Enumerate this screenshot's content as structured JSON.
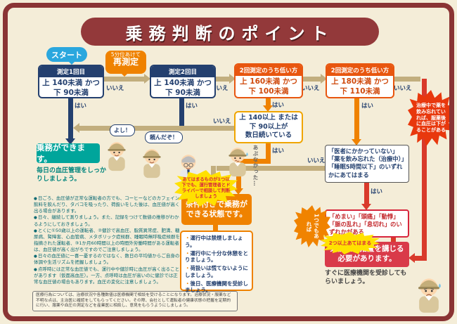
{
  "title": "乗務判断のポイント",
  "start_label": "スタート",
  "labels": {
    "yes": "はい",
    "no": "いいえ"
  },
  "boxes": {
    "m1": {
      "header": "測定1回目",
      "line1": "上 140未満 かつ",
      "line2": "下 90未満"
    },
    "m2": {
      "header": "測定2回目",
      "line1": "上 140未満 かつ",
      "line2": "下 90未満"
    },
    "m3": {
      "header": "2回測定のうち低い方",
      "line1": "上 160未満 かつ",
      "line2": "下 100未満"
    },
    "m4": {
      "header": "2回測定のうち低い方",
      "line1": "上 180未満 かつ",
      "line2": "下 110未満"
    },
    "remeasure": {
      "line1": "5分位あけて",
      "line2": "再測定"
    },
    "persist": {
      "line1": "上 140以上 または",
      "line2": "下 90以上が",
      "line3": "数日続いている"
    },
    "doctor": "「医者にかかっていない」「薬を飲み忘れた（治療中）」「睡眠5時間以下」のいずれかにあてはまる",
    "symptom": "「めまい」「頭痛」「動悸」「脈の乱れ」「息切れ」のいずれかがある"
  },
  "outcomes": {
    "ok": {
      "title": "乗務ができます。",
      "note": "毎日の血圧管理をしっかりしましょう。"
    },
    "conditional": {
      "title": "条件付きで乗務ができる状態です。",
      "items": [
        "運行中は禁煙しましょう。",
        "運行中に十分な休憩をとりましょう。",
        "荷扱いは慌てないようにしましょう。",
        "後日、医療機関を受診しましょう。"
      ]
    },
    "prohibited": {
      "title": "乗務禁止措置を講じる必要があります。",
      "note": "すぐに医療機関を受診してもらいましょう。"
    }
  },
  "bursts": {
    "medication": "治療中で薬を飲み忘れていれば、服薬後に血圧は下がることがある",
    "advice": "あてはまるものが1つ以下でも、運行管理者とドライバーで相談して判断しましょう",
    "one_symptom": "1つでもあれば",
    "two_or_more": "2つ以上あてはまる"
  },
  "speech": {
    "a": "よし！",
    "b": "頼んだぞ！",
    "c": "あぶなかった…"
  },
  "tips": [
    "日ごろ、血圧値が正常な運転者の方でも、コーヒーなどのカフェイン飲料を飲んだり、タバコを吸ったり、荷扱いをした後は、血圧値が高く出る場合があります。",
    "日々、継続して測りましょう。また、記録をつけて数値の推移がわかるようにしておきましょう。",
    "とくに①50歳以上の運転者、②健診で高血圧、脂質異常症、肥満、糖尿病、腎障害、心血管病、メタボリック症候群、睡眠時無呼吸症候群を指摘された運転者、③1か月60時間以上の時間外労働時間がある運転者は、血圧値が高く出がちですのでご注意しましょう。",
    "日々の血圧値に一喜一憂するのではなく、数日の平均値からご自身の体調や生活リズムを把握しましょう。",
    "点呼時には正常な血圧値でも、運行中や健診時に血圧が高く出ることがあります（仮面高血圧）。一方、点呼時は血圧が高いのに健診では正常な血圧値の場合もあります。血圧の変化に注意しましょう。"
  ],
  "disclaimer": "医療行為については、治療状況や各種数値は医療機関で相談を受けることになります。治療状況・服薬など不明な点は、主治医に確認をしてもらってください。その際、会社として運転者の健康状態の把握を定期的に行い、服薬や血圧の測定などを産業医に相談し、意見をもらうようにしましょう。"
}
